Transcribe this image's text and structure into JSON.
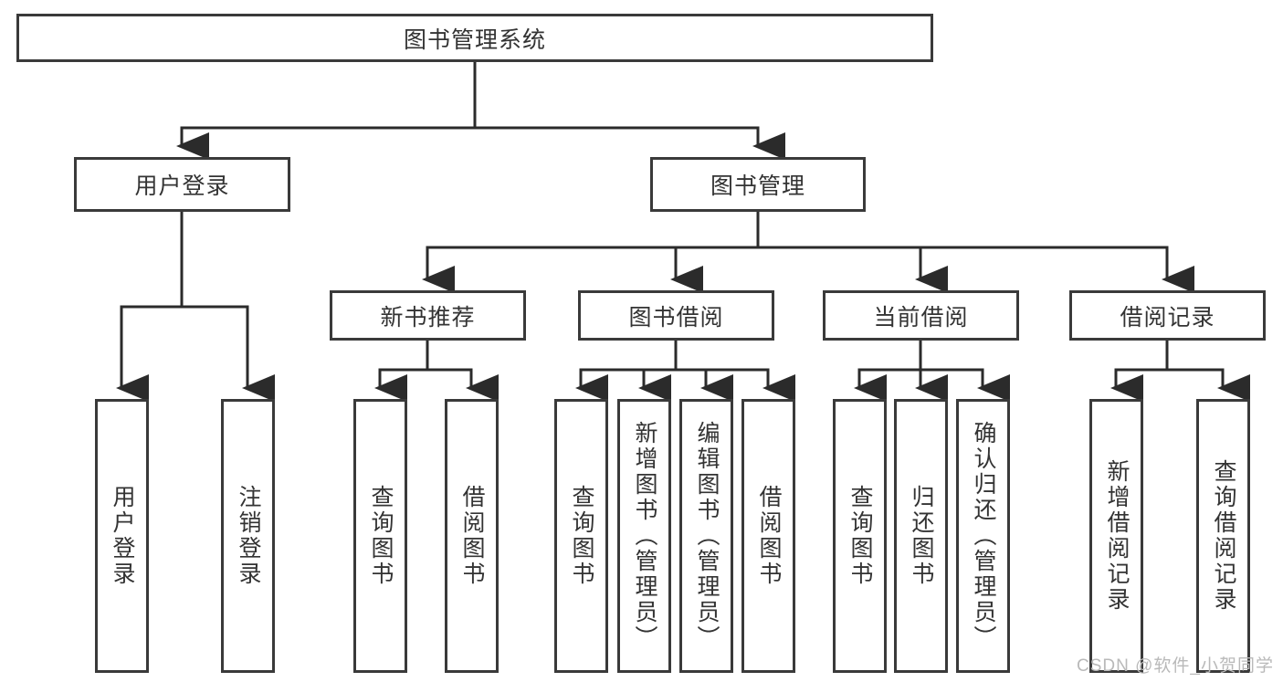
{
  "diagram": {
    "type": "tree",
    "title": "图书管理系统",
    "watermark": "CSDN @软件_小贺同学",
    "colors": {
      "box_border": "#3a3a3a",
      "box_fill": "#ffffff",
      "edge": "#2b2b2b",
      "text": "#333333",
      "watermark": "#b9b9b9",
      "background": "#ffffff"
    },
    "levels": [
      {
        "level": 1,
        "orientation": "horizontal"
      },
      {
        "level": 2,
        "orientation": "horizontal"
      },
      {
        "level": 3,
        "orientation": "horizontal"
      },
      {
        "level": 4,
        "orientation": "vertical"
      }
    ],
    "nodes": {
      "root": {
        "label": "图书管理系统",
        "orientation": "horizontal"
      },
      "user_login": {
        "label": "用户登录",
        "orientation": "horizontal"
      },
      "book_manage": {
        "label": "图书管理",
        "orientation": "horizontal"
      },
      "new_book_rec": {
        "label": "新书推荐",
        "orientation": "horizontal"
      },
      "book_borrow": {
        "label": "图书借阅",
        "orientation": "horizontal"
      },
      "current_borrow": {
        "label": "当前借阅",
        "orientation": "horizontal"
      },
      "borrow_record": {
        "label": "借阅记录",
        "orientation": "horizontal"
      },
      "leaf_user_login": {
        "label": "用户登录",
        "orientation": "vertical"
      },
      "leaf_logout": {
        "label": "注销登录",
        "orientation": "vertical"
      },
      "leaf_query_book_1": {
        "label": "查询图书",
        "orientation": "vertical"
      },
      "leaf_borrow_book_1": {
        "label": "借阅图书",
        "orientation": "vertical"
      },
      "leaf_query_book_2": {
        "label": "查询图书",
        "orientation": "vertical"
      },
      "leaf_add_book": {
        "label": "新增图书（管理员）",
        "orientation": "vertical"
      },
      "leaf_edit_book": {
        "label": "编辑图书（管理员）",
        "orientation": "vertical"
      },
      "leaf_borrow_book_2": {
        "label": "借阅图书",
        "orientation": "vertical"
      },
      "leaf_query_book_3": {
        "label": "查询图书",
        "orientation": "vertical"
      },
      "leaf_return_book": {
        "label": "归还图书",
        "orientation": "vertical"
      },
      "leaf_confirm_return": {
        "label": "确认归还（管理员）",
        "orientation": "vertical"
      },
      "leaf_add_record": {
        "label": "新增借阅记录",
        "orientation": "vertical"
      },
      "leaf_query_record": {
        "label": "查询借阅记录",
        "orientation": "vertical"
      }
    },
    "edges": [
      {
        "from": "root",
        "to": "user_login"
      },
      {
        "from": "root",
        "to": "book_manage"
      },
      {
        "from": "user_login",
        "to": "leaf_user_login"
      },
      {
        "from": "user_login",
        "to": "leaf_logout"
      },
      {
        "from": "book_manage",
        "to": "new_book_rec"
      },
      {
        "from": "book_manage",
        "to": "book_borrow"
      },
      {
        "from": "book_manage",
        "to": "current_borrow"
      },
      {
        "from": "book_manage",
        "to": "borrow_record"
      },
      {
        "from": "new_book_rec",
        "to": "leaf_query_book_1"
      },
      {
        "from": "new_book_rec",
        "to": "leaf_borrow_book_1"
      },
      {
        "from": "book_borrow",
        "to": "leaf_query_book_2"
      },
      {
        "from": "book_borrow",
        "to": "leaf_add_book"
      },
      {
        "from": "book_borrow",
        "to": "leaf_edit_book"
      },
      {
        "from": "book_borrow",
        "to": "leaf_borrow_book_2"
      },
      {
        "from": "current_borrow",
        "to": "leaf_query_book_3"
      },
      {
        "from": "current_borrow",
        "to": "leaf_return_book"
      },
      {
        "from": "current_borrow",
        "to": "leaf_confirm_return"
      },
      {
        "from": "borrow_record",
        "to": "leaf_add_record"
      },
      {
        "from": "borrow_record",
        "to": "leaf_query_record"
      }
    ]
  }
}
